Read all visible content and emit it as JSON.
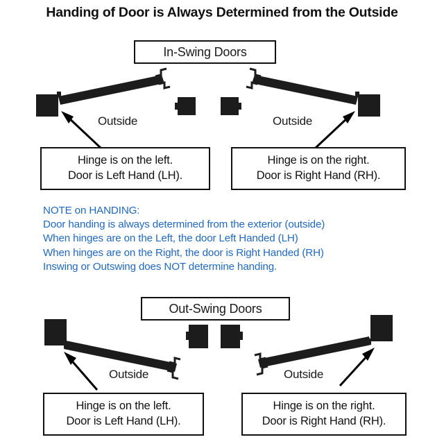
{
  "page": {
    "title": "Handing of Door is Always Determined from the Outside",
    "background_color": "#ffffff",
    "ink_color": "#111111",
    "note_color": "#1f69c8"
  },
  "sections": [
    {
      "id": "in-swing",
      "title": "In-Swing Doors",
      "doors": [
        {
          "side": "left",
          "outside_label": "Outside",
          "caption_line1": "Hinge is on the left.",
          "caption_line2": "Door is Left Hand (LH)."
        },
        {
          "side": "right",
          "outside_label": "Outside",
          "caption_line1": "Hinge is on the right.",
          "caption_line2": "Door is Right Hand (RH)."
        }
      ]
    },
    {
      "id": "out-swing",
      "title": "Out-Swing Doors",
      "doors": [
        {
          "side": "left",
          "outside_label": "Outside",
          "caption_line1": "Hinge is on the left.",
          "caption_line2": "Door is Left Hand (LH)."
        },
        {
          "side": "right",
          "outside_label": "Outside",
          "caption_line1": "Hinge is on the right.",
          "caption_line2": "Door is Right Hand (RH)."
        }
      ]
    }
  ],
  "note": {
    "heading": "NOTE on HANDING:",
    "lines": [
      "Door handing is always determined from the exterior (outside)",
      "When hinges are on the Left, the door Left Handed (LH)",
      "When hinges are on the Right, the door is Right Handed (RH)",
      "Inswing or Outswing does NOT determine handing."
    ]
  }
}
